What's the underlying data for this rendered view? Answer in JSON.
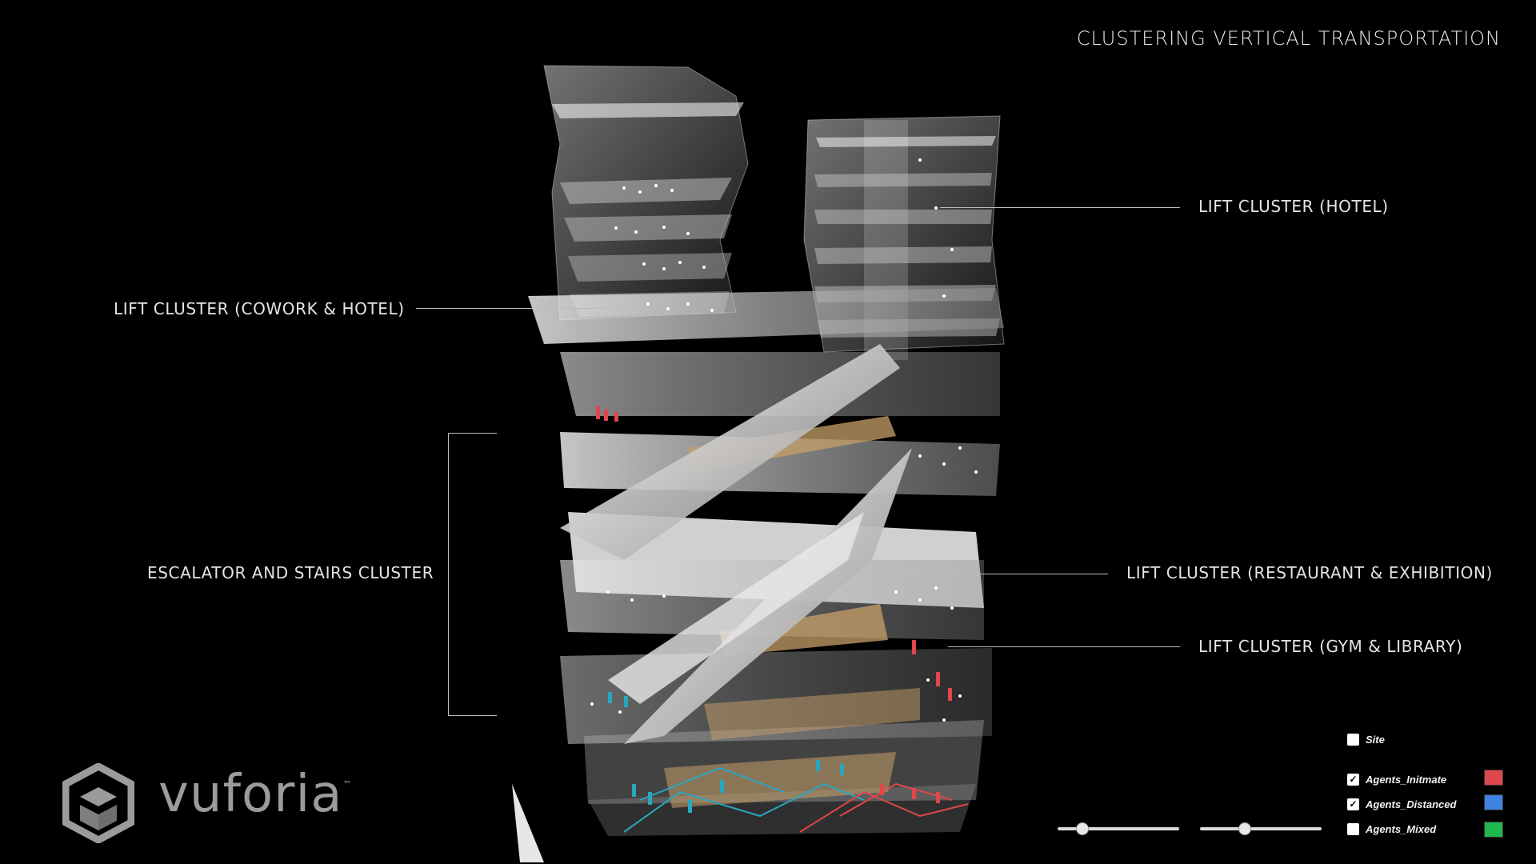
{
  "title": "CLUSTERING VERTICAL TRANSPORTATION",
  "labels": {
    "lift_hotel": "LIFT CLUSTER (HOTEL)",
    "lift_cowork_hotel": "LIFT CLUSTER (COWORK & HOTEL)",
    "escalator_stairs": "ESCALATOR AND STAIRS CLUSTER",
    "lift_restaurant": "LIFT CLUSTER (RESTAURANT & EXHIBITION)",
    "lift_gym": "LIFT CLUSTER (GYM & LIBRARY)"
  },
  "logo": {
    "text": "vuforia",
    "tm": "™"
  },
  "sliders": [
    {
      "value": 0.17
    },
    {
      "value": 0.35
    }
  ],
  "layers": [
    {
      "label": "Site",
      "checked": false,
      "mark": ""
    },
    {
      "label": "Agents_Initmate",
      "checked": true,
      "mark": "✓",
      "color": "#e0474c"
    },
    {
      "label": "Agents_Distanced",
      "checked": true,
      "mark": "✓",
      "color": "#3f83e0"
    },
    {
      "label": "Agents_Mixed",
      "checked": false,
      "mark": "",
      "color": "#1fb84f"
    }
  ],
  "colors": {
    "background": "#000000",
    "agents_red": "#e0474c",
    "agents_blue": "#2aa6c0",
    "wood": "#c8a06a"
  }
}
